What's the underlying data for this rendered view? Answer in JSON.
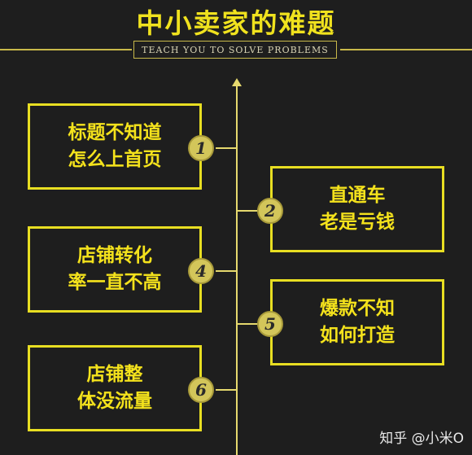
{
  "title": "中小卖家的难题",
  "subtitle": "TEACH YOU TO SOLVE PROBLEMS",
  "items": [
    {
      "num": "1",
      "line1": "标题不知道",
      "line2": "怎么上首页"
    },
    {
      "num": "2",
      "line1": "直通车",
      "line2": "老是亏钱"
    },
    {
      "num": "4",
      "line1": "店铺转化",
      "line2": "率一直不高"
    },
    {
      "num": "5",
      "line1": "爆款不知",
      "line2": "如何打造"
    },
    {
      "num": "6",
      "line1": "店铺整",
      "line2": "体没流量"
    }
  ],
  "watermark": "知乎 @小米O",
  "colors": {
    "accent": "#f4e21c",
    "background": "#1e1e1e"
  }
}
